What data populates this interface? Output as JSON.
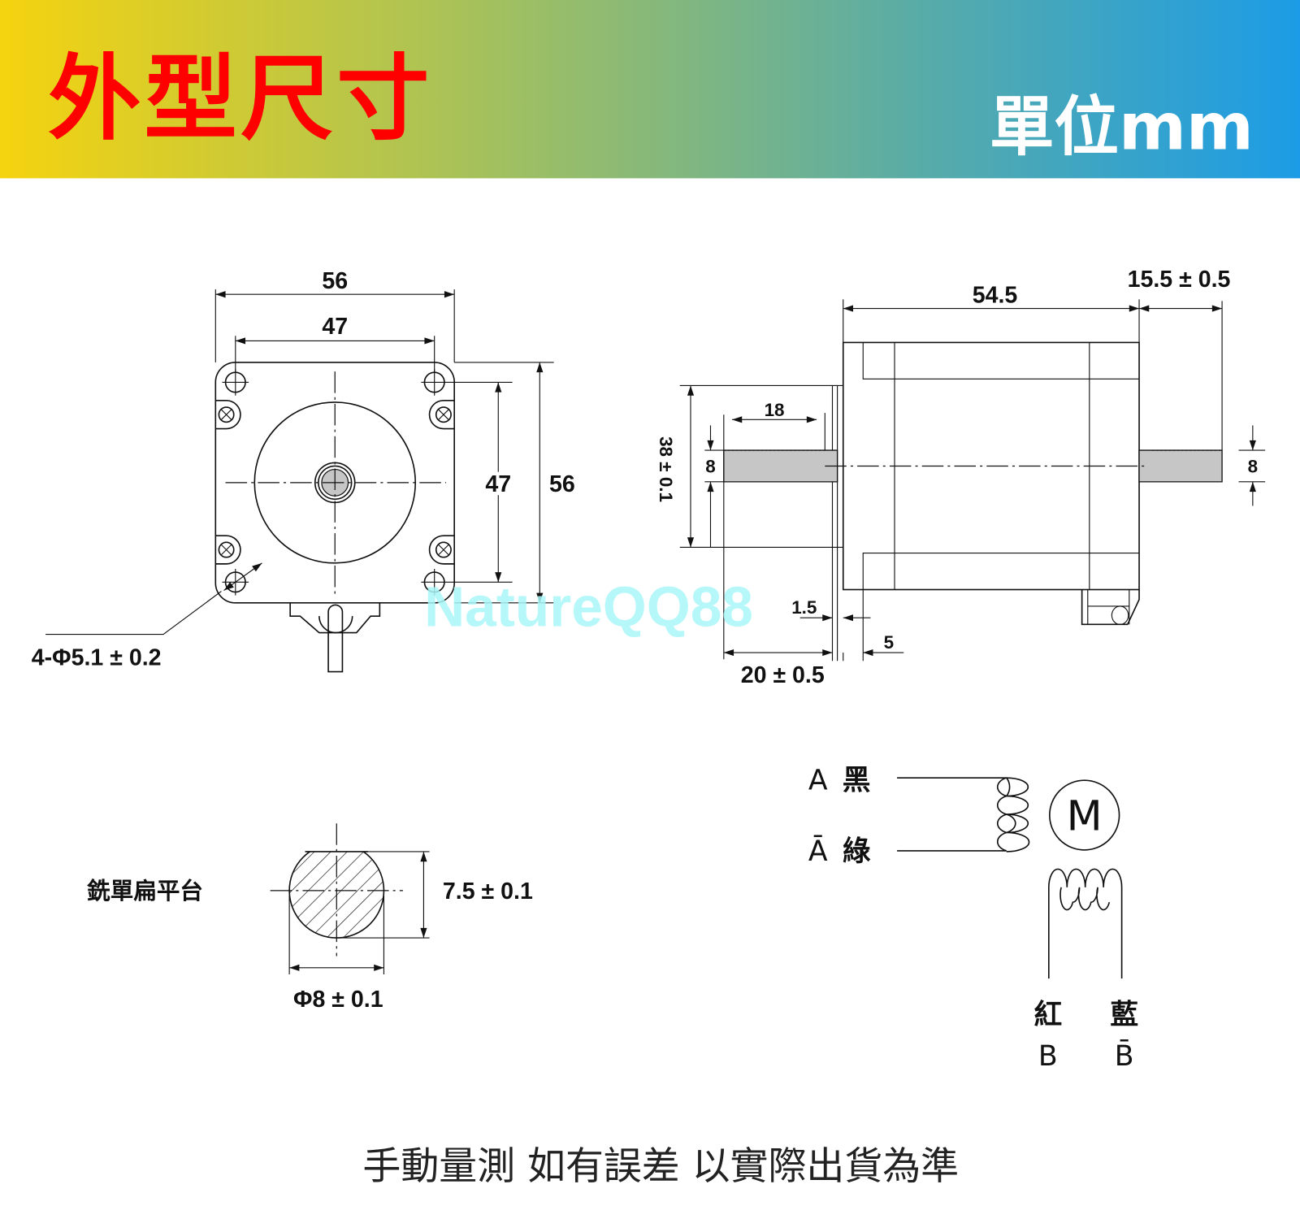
{
  "header": {
    "title": "外型尺寸",
    "unit": "單位mm",
    "colors": {
      "title": "#ff0000",
      "gradient": [
        "#f5d30f",
        "#a9c258",
        "#5aaca6",
        "#1c9ce6"
      ]
    }
  },
  "front_view": {
    "width_outer": "56",
    "width_inner": "47",
    "height_inner": "47",
    "height_outer": "56",
    "holes": "4-Φ5.1 ± 0.2"
  },
  "side_view": {
    "body_length": "54.5",
    "rear_shaft": "15.5 ± 0.5",
    "flat_length": "18",
    "shaft_dia_front": "8",
    "boss_dia": "38 ± 0.1",
    "shaft_dia_rear": "8",
    "boss_height": "1.5",
    "flange": "5",
    "shaft_length": "20 ± 0.5"
  },
  "watermark": "NatureQQ88",
  "flat_section": {
    "label": "銑單扁平台",
    "flat_height": "7.5 ± 0.1",
    "diameter": "Φ8 ± 0.1"
  },
  "wiring": {
    "a_label": "A",
    "a_color": "黑",
    "a_bar_label": "Ā",
    "a_bar_color": "綠",
    "motor": "M",
    "b_color": "紅",
    "b_label": "B",
    "b_bar_color": "藍",
    "b_bar_label": "B̄"
  },
  "footer_note": "手動量測 如有誤差 以實際出貨為準"
}
